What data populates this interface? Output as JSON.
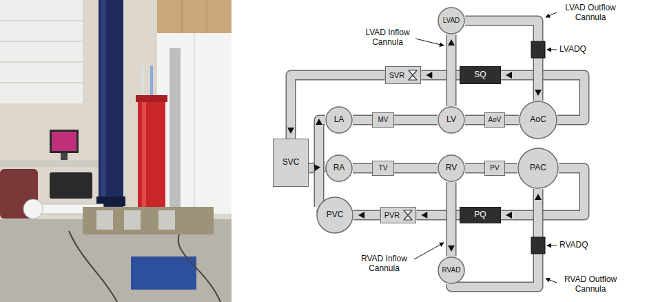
{
  "diagram": {
    "nodes": [
      {
        "text": [
          "LVAD"
        ]
      },
      {
        "text": [
          "SVR"
        ]
      },
      {
        "text": [
          "SQ"
        ]
      },
      {
        "text": [
          "SVC"
        ]
      },
      {
        "text": [
          "LA"
        ]
      },
      {
        "text": [
          "MV"
        ]
      },
      {
        "text": [
          "LV"
        ]
      },
      {
        "text": [
          "AoV"
        ]
      },
      {
        "text": [
          "AoC"
        ]
      },
      {
        "text": [
          "RA"
        ]
      },
      {
        "text": [
          "TV"
        ]
      },
      {
        "text": [
          "RV"
        ]
      },
      {
        "text": [
          "PV"
        ]
      },
      {
        "text": [
          "PAC"
        ]
      },
      {
        "text": [
          "PVC"
        ]
      },
      {
        "text": [
          "PVR"
        ]
      },
      {
        "text": [
          "PQ"
        ]
      },
      {
        "text": [
          "RVAD"
        ]
      }
    ],
    "edges": [
      {
        "from": 4,
        "to": 5,
        "arrow": "none"
      },
      {
        "from": 5,
        "to": 6,
        "arrow": "none"
      },
      {
        "from": 6,
        "to": 7,
        "arrow": "none"
      },
      {
        "from": 7,
        "to": 8,
        "arrow": "none"
      },
      {
        "from": 9,
        "to": 10,
        "arrow": "none"
      },
      {
        "from": 10,
        "to": 11,
        "arrow": "none"
      },
      {
        "from": 11,
        "to": 12,
        "arrow": "none"
      },
      {
        "from": 12,
        "to": 13,
        "arrow": "none"
      },
      {
        "from": 8,
        "to": 2,
        "arrow": "to"
      },
      {
        "from": 2,
        "to": 1,
        "arrow": "to"
      },
      {
        "from": 1,
        "to": 3,
        "arrow": "to"
      },
      {
        "from": 3,
        "to": 9,
        "arrow": "to"
      },
      {
        "from": 13,
        "to": 16,
        "arrow": "to"
      },
      {
        "from": 16,
        "to": 15,
        "arrow": "to"
      },
      {
        "from": 15,
        "to": 14,
        "arrow": "to"
      },
      {
        "from": 14,
        "to": 4,
        "arrow": "to"
      },
      {
        "from": 6,
        "to": 0,
        "arrow": "to"
      },
      {
        "from": 0,
        "to": 8,
        "arrow": "to"
      },
      {
        "from": 11,
        "to": 17,
        "arrow": "to"
      },
      {
        "from": 17,
        "to": 13,
        "arrow": "to"
      }
    ],
    "labels": [
      "LVAD Outflow Cannula",
      "LVAD Inflow Cannula",
      "LVADQ",
      "RVADQ",
      "RVAD Inflow Cannula",
      "RVAD Outflow Cannula"
    ]
  }
}
